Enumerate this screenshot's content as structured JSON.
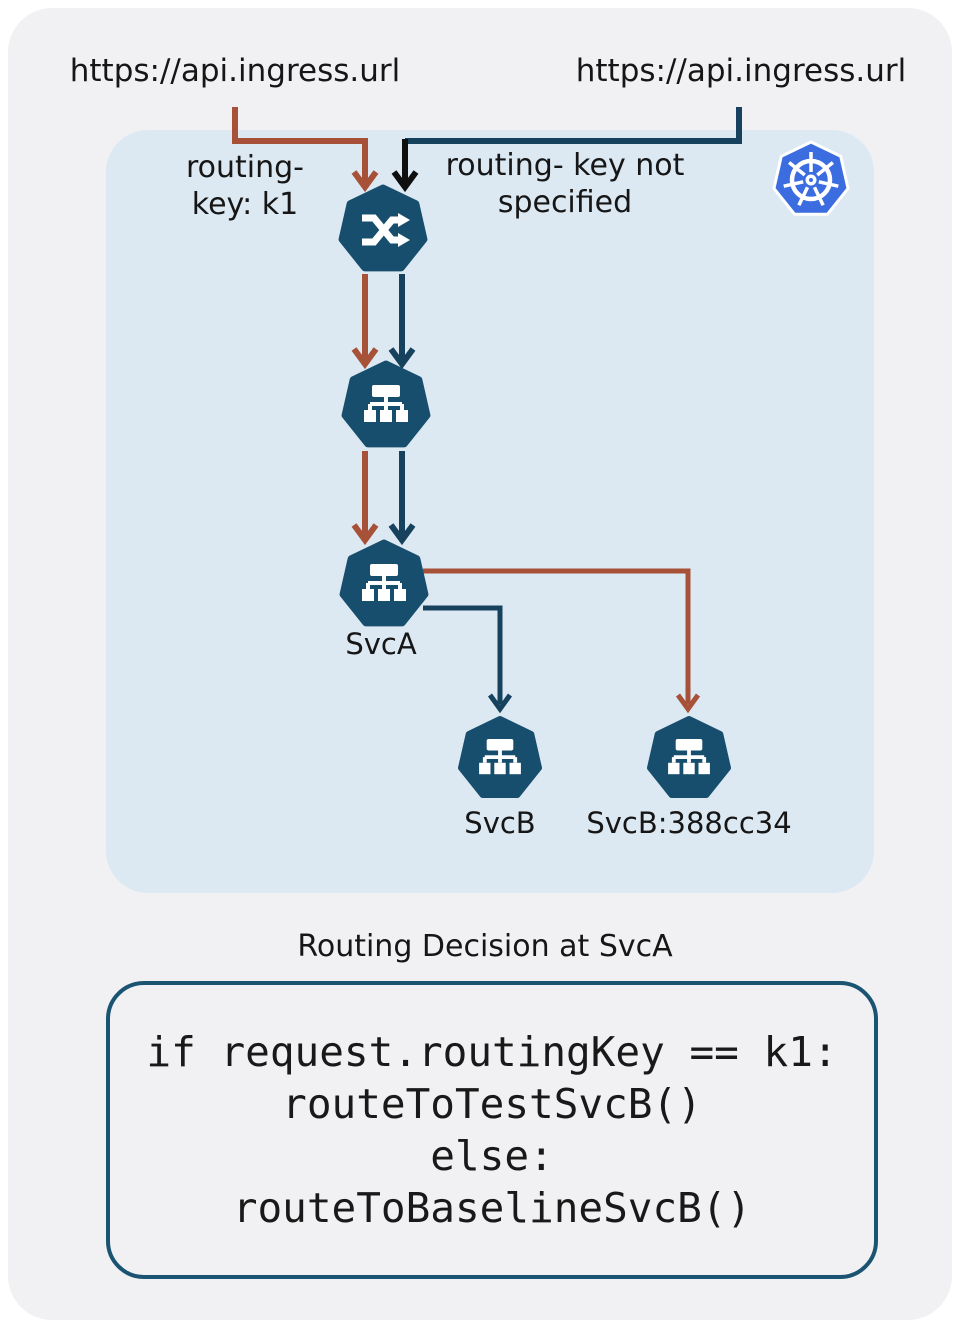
{
  "top": {
    "url_left": "https://api.ingress.url",
    "url_right": "https://api.ingress.url"
  },
  "cluster": {
    "routing_key_label": {
      "line1": "routing-",
      "line2": "key: k1"
    },
    "no_routing_key_label": {
      "line1": "routing- key not",
      "line2": "specified"
    },
    "node_labels": {
      "svc_a": "SvcA",
      "svc_b": "SvcB",
      "svc_b_test": "SvcB:388cc34"
    },
    "icons": {
      "ingress_router": "shuffle-arrows-icon",
      "service_node": "sitemap-hierarchy-icon",
      "kubernetes": "kubernetes-helm-wheel-logo"
    }
  },
  "decision": {
    "title": "Routing Decision at SvcA",
    "code_lines": [
      "if request.routingKey == k1:",
      "routeToTestSvcB()",
      "else:",
      "routeToBaselineSvcB()"
    ]
  },
  "colors": {
    "routing_key_arrow": "#a65138",
    "baseline_arrow": "#16425d",
    "no_key_arrow": "#0f0f0f",
    "node_fill": "#174e6d",
    "panel_bg": "#dce9f3",
    "page_bg": "#f1f1f3",
    "kubernetes_blue": "#3b6de0",
    "code_border": "#1a5472"
  }
}
